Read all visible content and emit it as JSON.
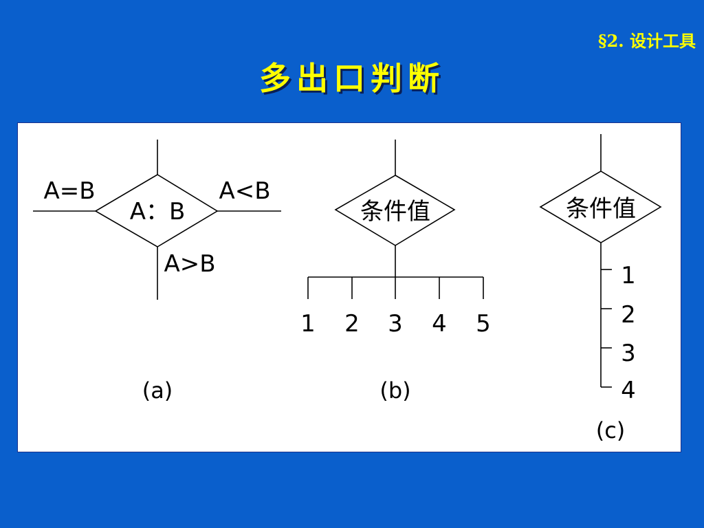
{
  "header": {
    "section": "§2. 设计工具",
    "title": "多出口判断"
  },
  "figures": {
    "a": {
      "center_label": "A：B",
      "left_label": "A=B",
      "right_label": "A<B",
      "bottom_label": "A>B",
      "caption": "(a)"
    },
    "b": {
      "center_label": "条件值",
      "branches": [
        "1",
        "2",
        "3",
        "4",
        "5"
      ],
      "caption": "(b)"
    },
    "c": {
      "center_label": "条件值",
      "branches": [
        "1",
        "2",
        "3",
        "4"
      ],
      "caption": "(c)"
    }
  }
}
